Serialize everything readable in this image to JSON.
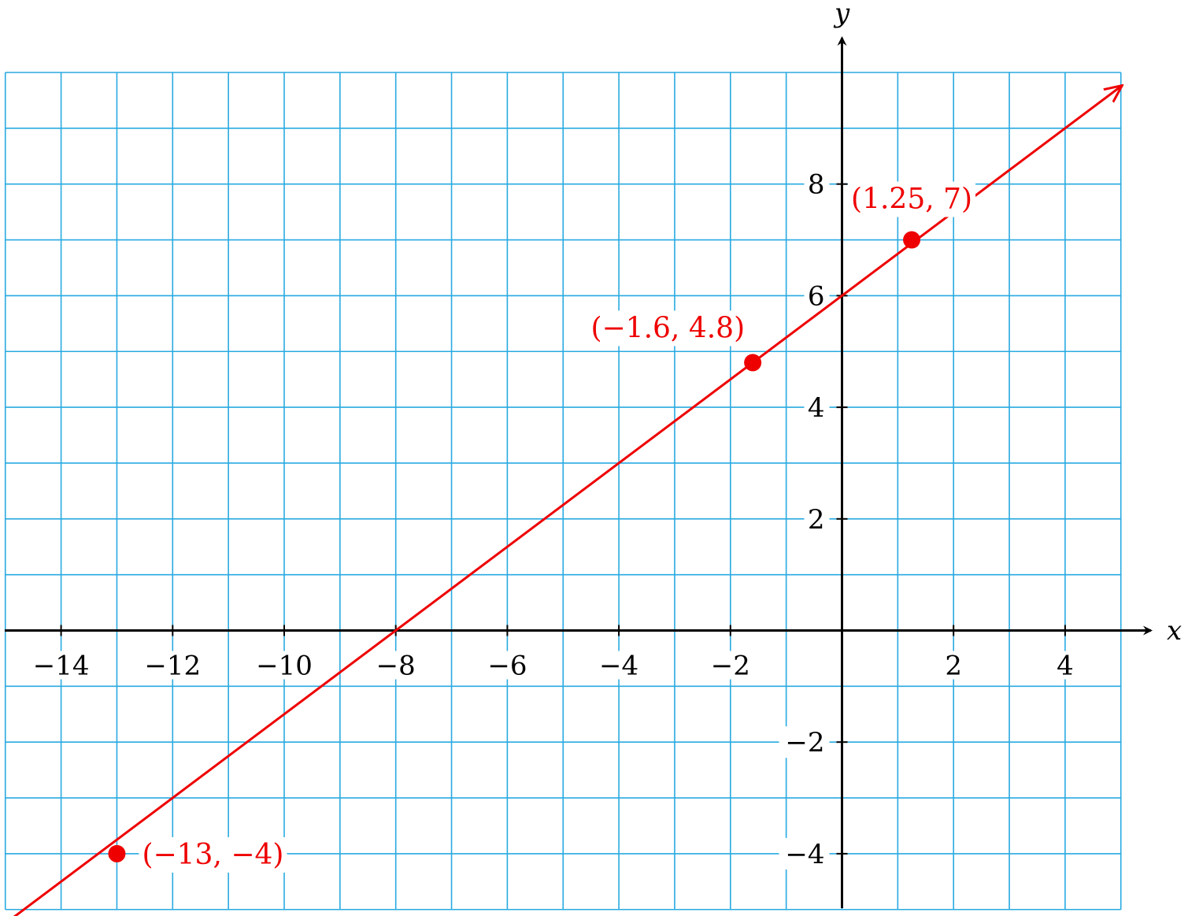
{
  "chart_data": {
    "type": "line",
    "xlabel": "x",
    "ylabel": "y",
    "xlim": [
      -15,
      5
    ],
    "ylim": [
      -5,
      10
    ],
    "grid": true,
    "grid_step": 1,
    "x_ticks": [
      -14,
      -12,
      -10,
      -8,
      -6,
      -4,
      -2,
      2,
      4
    ],
    "y_ticks": [
      -4,
      -2,
      2,
      4,
      6,
      8
    ],
    "line": {
      "slope": 0.75,
      "intercept": 6,
      "x_range": [
        -15.5,
        5
      ],
      "arrows": "both",
      "color": "#ee0000"
    },
    "points": [
      {
        "x": -13,
        "y": -4,
        "label": "(−13, −4)",
        "label_pos": "right"
      },
      {
        "x": -1.6,
        "y": 4.8,
        "label": "(−1.6, 4.8)",
        "label_pos": "above-left"
      },
      {
        "x": 1.25,
        "y": 7,
        "label": "(1.25, 7)",
        "label_pos": "above"
      }
    ],
    "colors": {
      "grid": "#29aae1",
      "axis": "#000000",
      "series": "#ee0000"
    }
  }
}
